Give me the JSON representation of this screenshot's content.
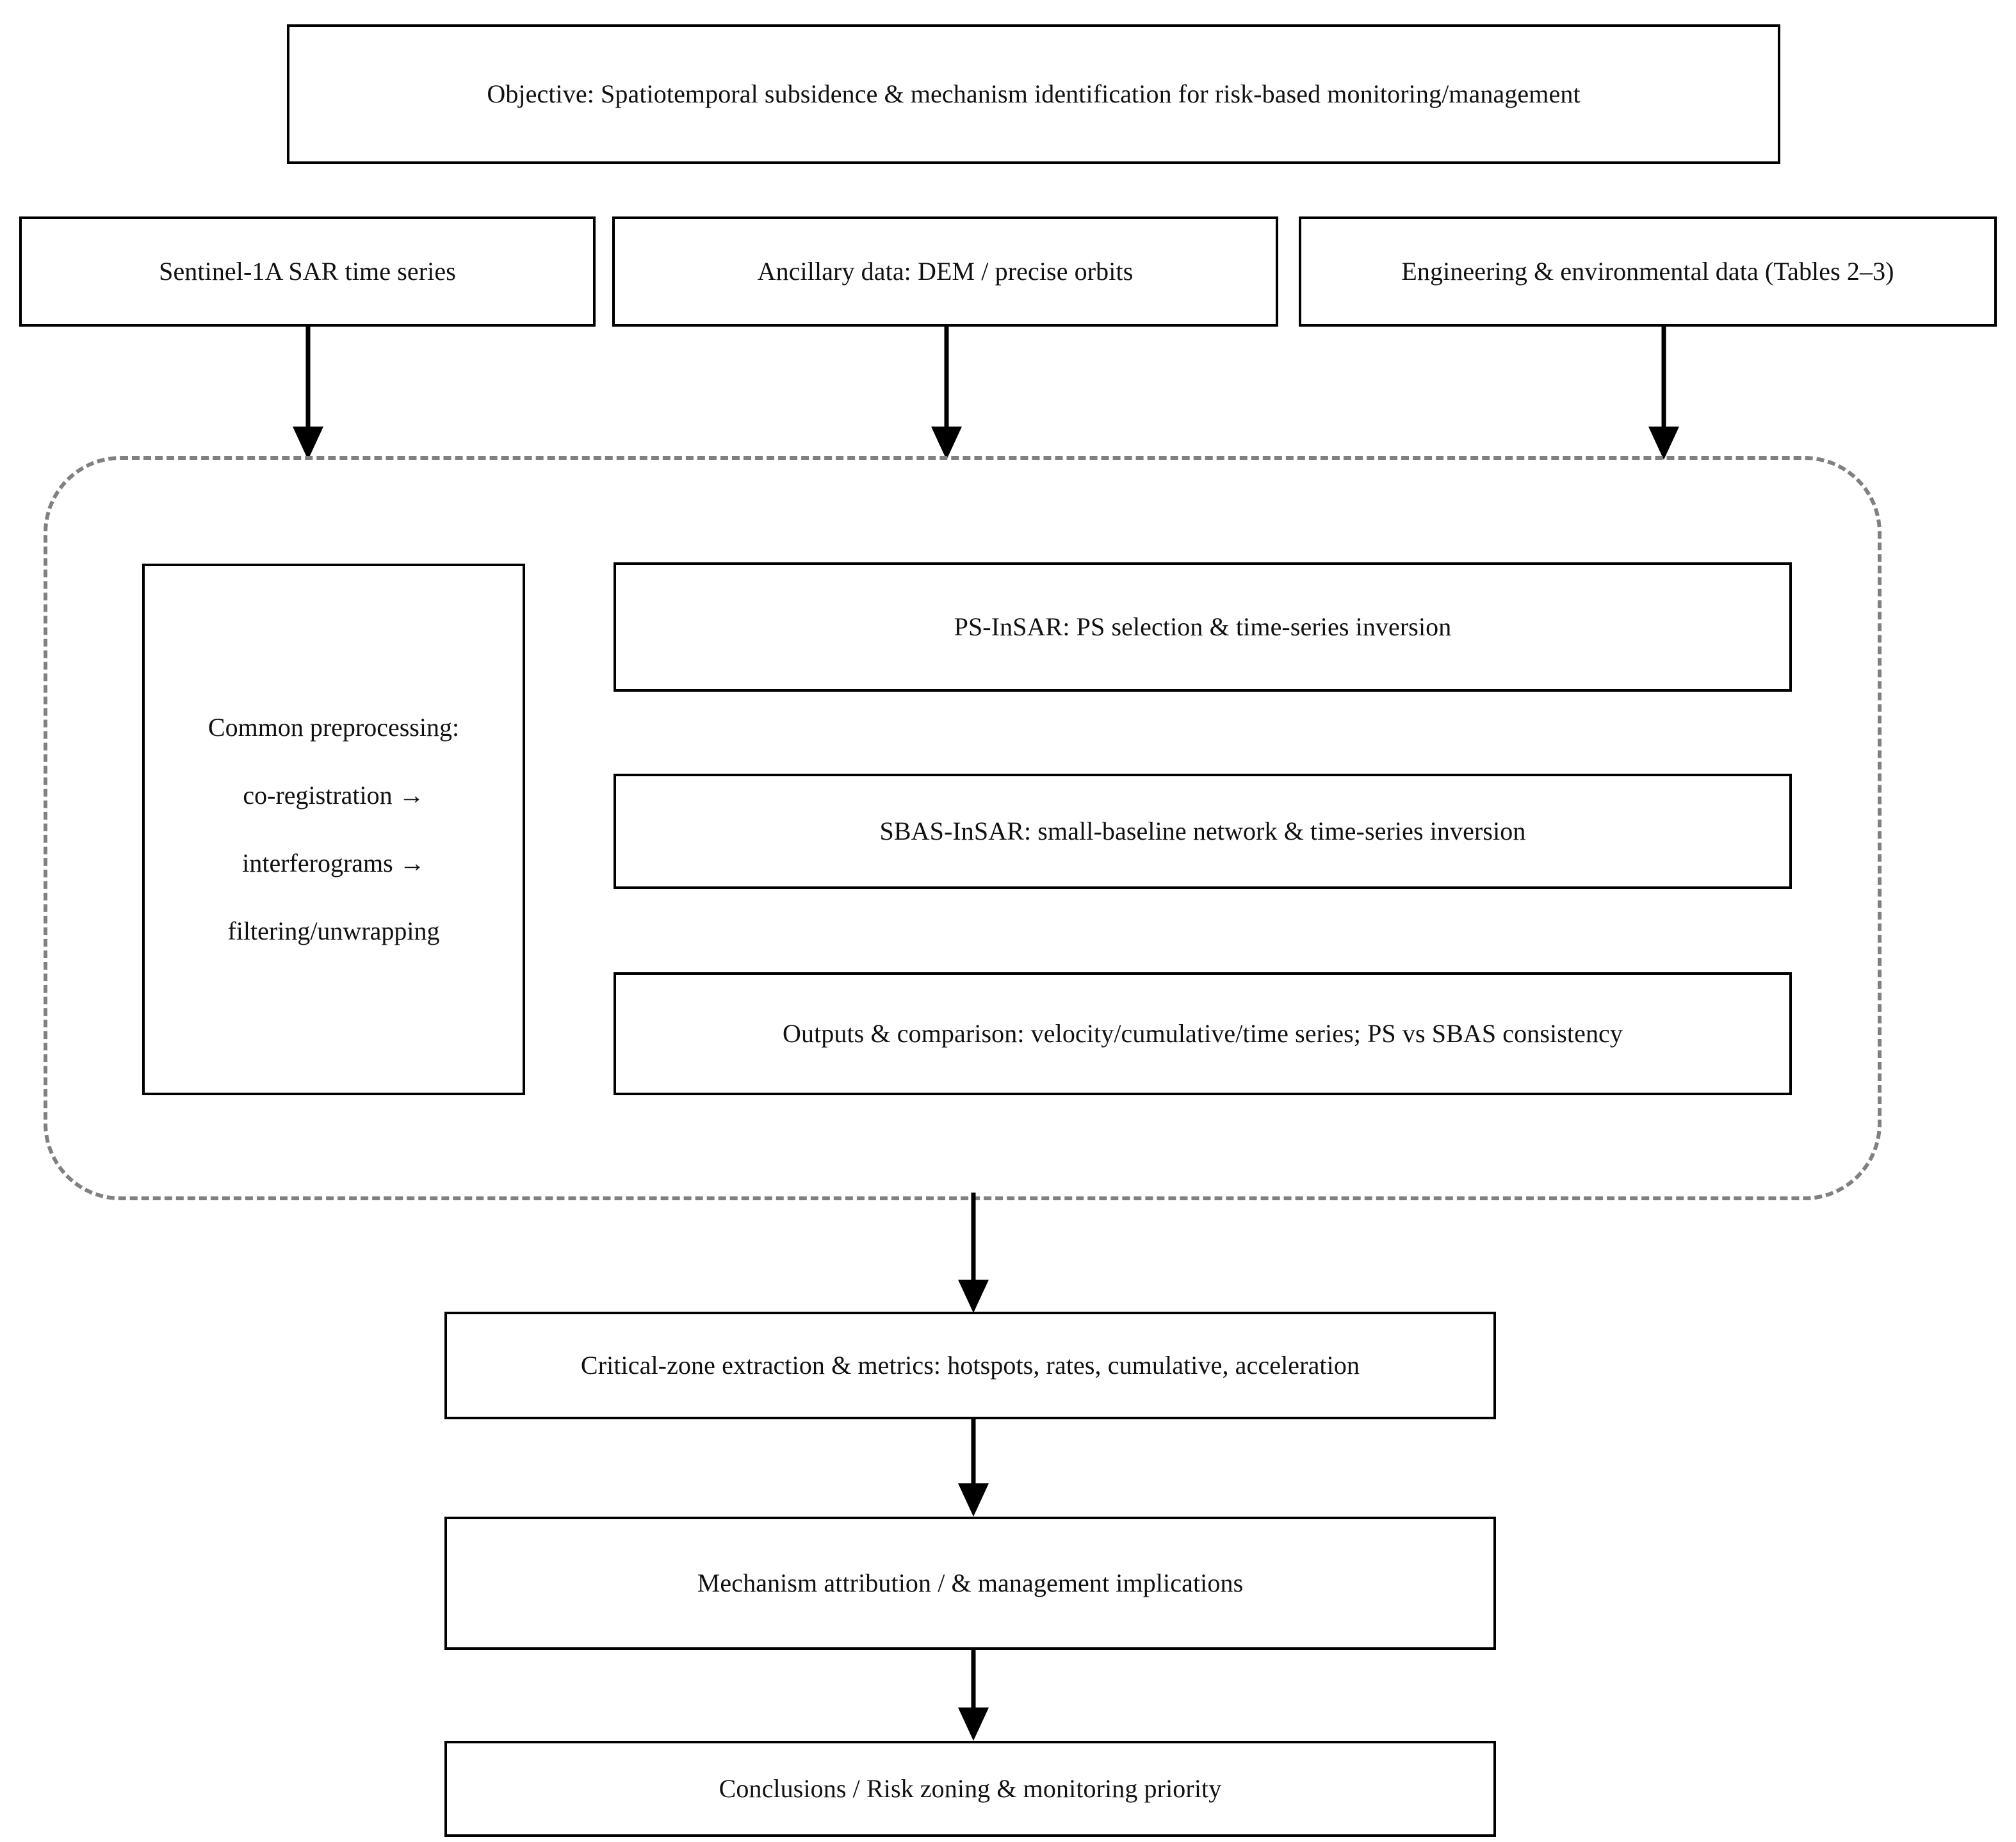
{
  "diagram": {
    "title_box": {
      "label": "Objective: Spatiotemporal subsidence & mechanism identification for risk-based monitoring/management"
    },
    "inputs": [
      {
        "label": "Sentinel-1A SAR time series"
      },
      {
        "label": "Ancillary data: DEM / precise orbits"
      },
      {
        "label": "Engineering & environmental data (Tables 2–3)"
      }
    ],
    "processing_group": {
      "preprocessing_box": {
        "lines": [
          "Common preprocessing:",
          "co-registration →",
          "interferograms →",
          "filtering/unwrapping"
        ]
      },
      "method_boxes": [
        {
          "label": "PS-InSAR: PS selection & time-series inversion"
        },
        {
          "label": "SBAS-InSAR: small-baseline network & time-series inversion"
        },
        {
          "label": "Outputs & comparison: velocity/cumulative/time series; PS vs SBAS consistency"
        }
      ]
    },
    "outcomes": [
      {
        "label": "Critical-zone extraction & metrics: hotspots, rates, cumulative, acceleration"
      },
      {
        "label": "Mechanism attribution / & management implications"
      },
      {
        "label": "Conclusions / Risk zoning & monitoring priority"
      }
    ],
    "colors": {
      "box_border": "#000000",
      "dashed_border": "#808080",
      "arrow": "#000000",
      "background": "#ffffff",
      "text": "#111111"
    }
  }
}
